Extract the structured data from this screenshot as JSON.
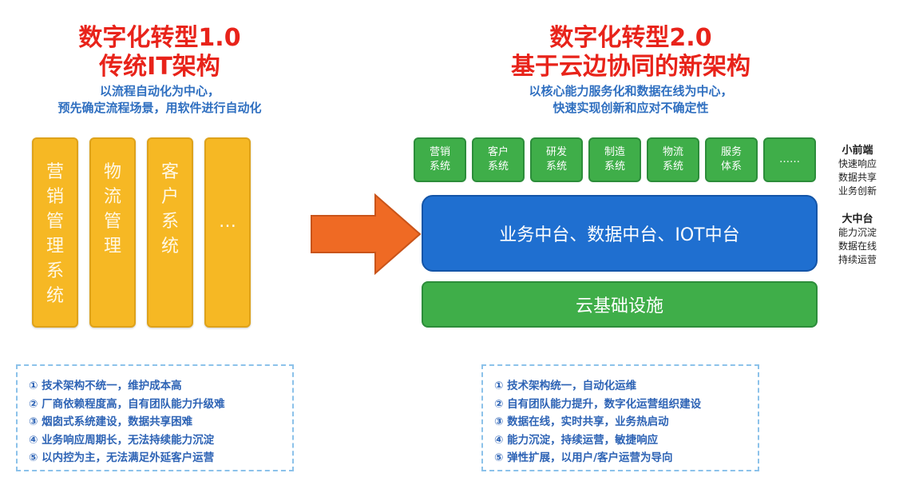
{
  "left": {
    "title_line1": "数字化转型1.0",
    "title_line2": "传统IT架构",
    "subtitle_line1": "以流程自动化为中心，",
    "subtitle_line2": "预先确定流程场景，用软件进行自动化",
    "columns": [
      "营销管理系统",
      "物流管理",
      "客户系统",
      "…"
    ],
    "notes": [
      "① 技术架构不统一，维护成本高",
      "② 厂商依赖程度高，自有团队能力升级难",
      "③ 烟囱式系统建设，数据共享困难",
      "④ 业务响应周期长，无法持续能力沉淀",
      "⑤ 以内控为主，无法满足外延客户运营"
    ]
  },
  "right": {
    "title_line1": "数字化转型2.0",
    "title_line2": "基于云边协同的新架构",
    "subtitle_line1": "以核心能力服务化和数据在线为中心，",
    "subtitle_line2": "快速实现创新和应对不确定性",
    "front_systems": [
      "营销系统",
      "客户系统",
      "研发系统",
      "制造系统",
      "物流系统",
      "服务体系",
      "……"
    ],
    "middle_layer": "业务中台、数据中台、IOT中台",
    "base_layer": "云基础设施",
    "notes": [
      "① 技术架构统一，自动化运维",
      "② 自有团队能力提升，数字化运营组织建设",
      "③ 数据在线，实时共享，业务热启动",
      "④ 能力沉淀，持续运营，敏捷响应",
      "⑤ 弹性扩展，以用户/客户运营为导向"
    ]
  },
  "side_labels": {
    "small_front": {
      "title": "小前端",
      "lines": [
        "快速响应",
        "数据共享",
        "业务创新"
      ]
    },
    "big_middle": {
      "title": "大中台",
      "lines": [
        "能力沉淀",
        "数据在线",
        "持续运营"
      ]
    }
  },
  "colors": {
    "title_red": "#e8231a",
    "subtitle_blue": "#2f6fc0",
    "column_yellow": "#f6b824",
    "arrow_orange": "#ef6a24",
    "box_green": "#3fae49",
    "bar_blue": "#1f6fd0",
    "note_border": "#8cc2ea"
  },
  "icons": {
    "arrow": "right-arrow-icon"
  }
}
